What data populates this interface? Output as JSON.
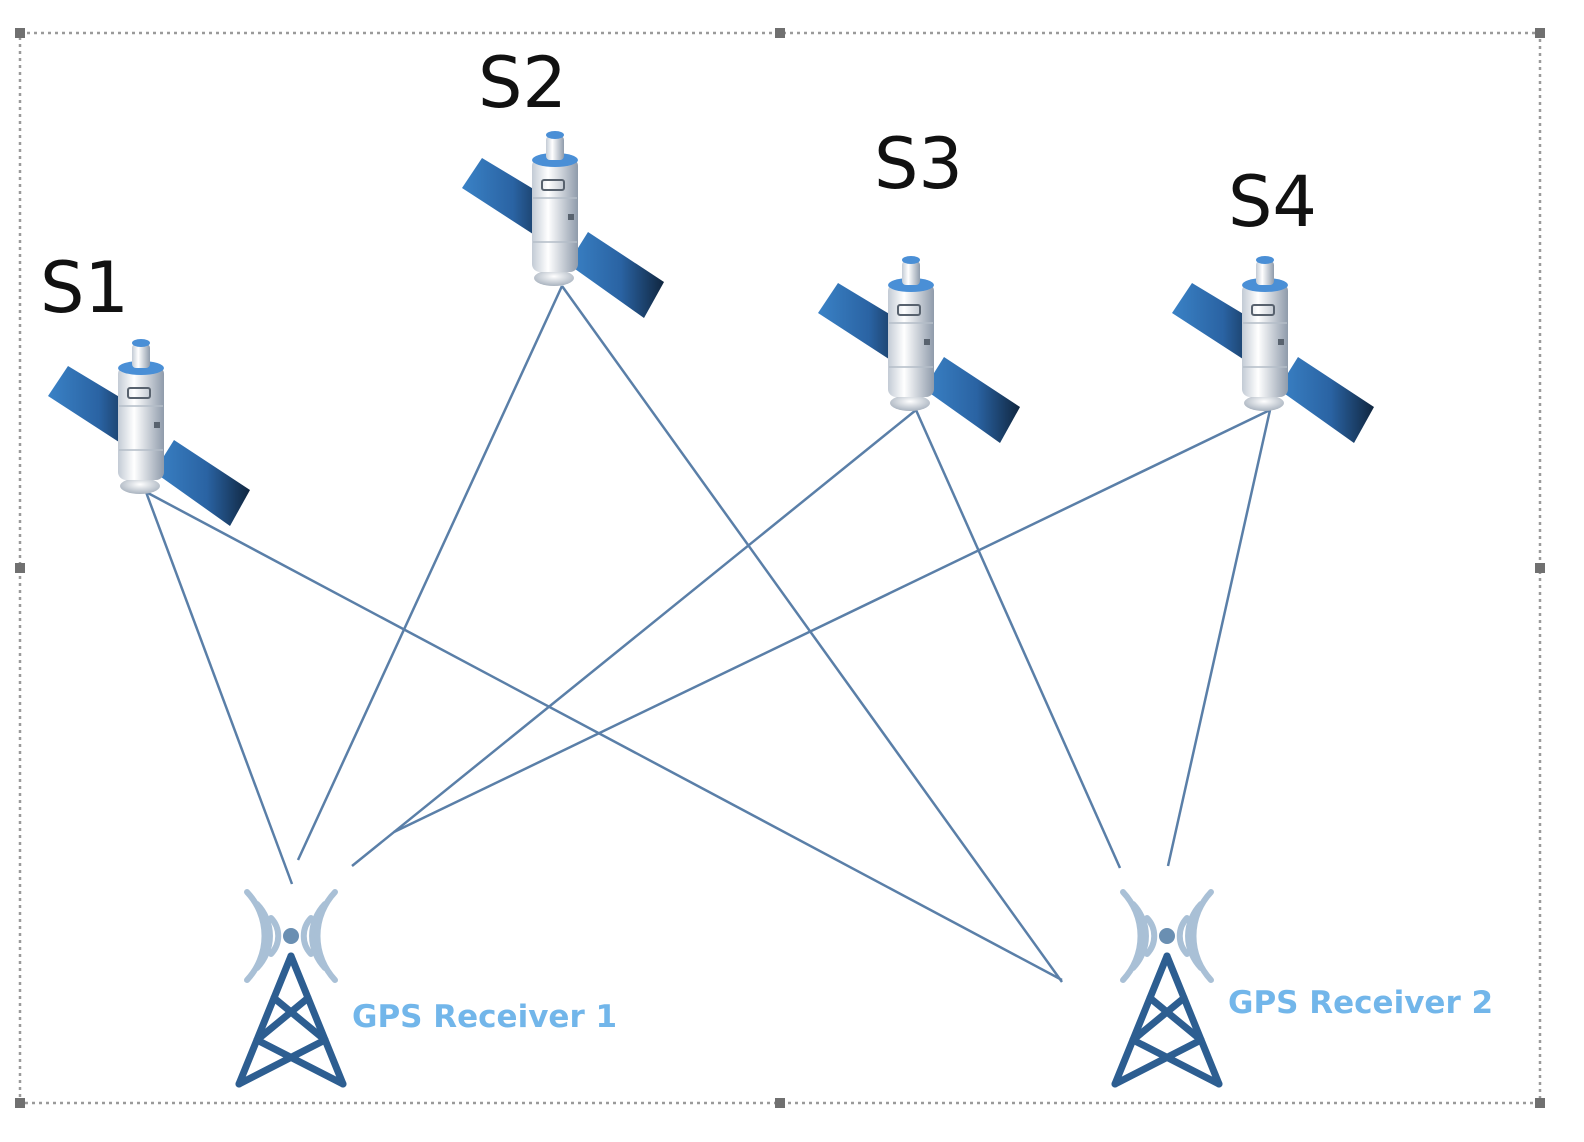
{
  "colors": {
    "link": "#5a7fa8",
    "panel_blue": "#2f6fb0",
    "panel_dark": "#152d4a",
    "tower": "#2d5e91",
    "receiver_label": "#72b6ea",
    "body_light": "#eef2f6",
    "body_shadow": "#8e9aa8",
    "frame": "#9a9a9a",
    "handle": "#707070"
  },
  "satellites": [
    {
      "id": "s1",
      "label": "S1"
    },
    {
      "id": "s2",
      "label": "S2"
    },
    {
      "id": "s3",
      "label": "S3"
    },
    {
      "id": "s4",
      "label": "S4"
    }
  ],
  "receivers": [
    {
      "id": "r1",
      "label": "GPS Receiver 1"
    },
    {
      "id": "r2",
      "label": "GPS Receiver 2"
    }
  ],
  "links": [
    {
      "from": "s1",
      "to": "r1"
    },
    {
      "from": "s1",
      "to": "r2"
    },
    {
      "from": "s2",
      "to": "r1"
    },
    {
      "from": "s2",
      "to": "r2"
    },
    {
      "from": "s3",
      "to": "r1"
    },
    {
      "from": "s3",
      "to": "r2"
    },
    {
      "from": "s4",
      "to": "r1"
    },
    {
      "from": "s4",
      "to": "r2"
    }
  ],
  "icons": {
    "satellite": "satellite-icon",
    "tower": "radio-tower-icon"
  }
}
